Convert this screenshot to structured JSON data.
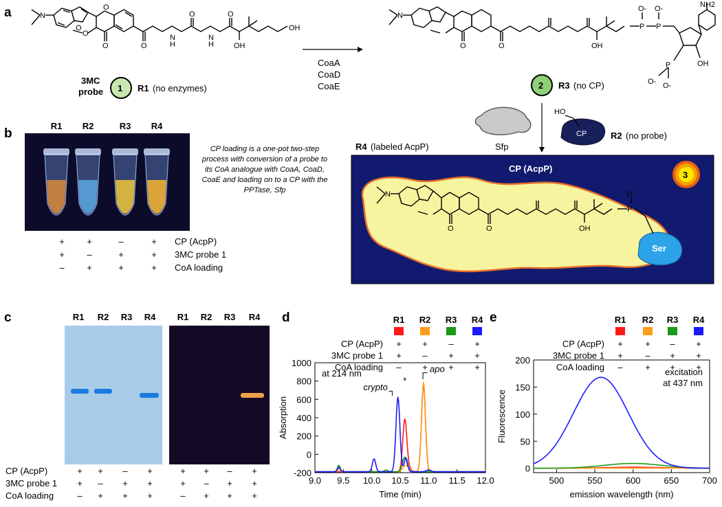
{
  "panels": {
    "a": {
      "label": "a",
      "probe_label_line1": "3MC",
      "probe_label_line2": "probe",
      "compound1_number": "1",
      "r1_name": "R1",
      "r1_note": "(no enzymes)",
      "enzymes": [
        "CoaA",
        "CoaD",
        "CoaE"
      ],
      "compound2_number": "2",
      "r3_name": "R3",
      "r3_note": "(no CP)",
      "sfp_label": "Sfp",
      "cp_label": "CP",
      "r2_name": "R2",
      "r2_note": "(no probe)",
      "r4_name": "R4",
      "r4_note": "(labeled AcpP)",
      "box_title": "CP (AcpP)",
      "compound3_number": "3",
      "ser_label": "Ser",
      "atoms": {
        "N": "N",
        "O": "O",
        "OH": "OH",
        "HO": "HO",
        "NH2": "NH2",
        "P": "P",
        "H": "H",
        "Ominus": "O-"
      }
    },
    "b": {
      "label": "b",
      "tubes": [
        "R1",
        "R2",
        "R3",
        "R4"
      ],
      "tube_colors": [
        "#d98a3a",
        "#5aa8e0",
        "#f0c53a",
        "#f7b531"
      ],
      "note": "CP loading is a one-pot two-step process with conversion of a probe to its CoA analogue with CoaA, CoaD, CoaE and loading on to a CP with the PPTase, Sfp",
      "rows": [
        {
          "label": "CP (AcpP)",
          "signs": [
            "+",
            "+",
            "–",
            "+"
          ]
        },
        {
          "label": "3MC probe 1",
          "signs": [
            "+",
            "–",
            "+",
            "+"
          ]
        },
        {
          "label": "CoA loading",
          "signs": [
            "–",
            "+",
            "+",
            "+"
          ]
        }
      ]
    },
    "c": {
      "label": "c",
      "lanes": [
        "R1",
        "R2",
        "R3",
        "R4"
      ],
      "rows": [
        {
          "label": "CP (AcpP)",
          "signs": [
            "+",
            "+",
            "–",
            "+"
          ]
        },
        {
          "label": "3MC probe 1",
          "signs": [
            "+",
            "–",
            "+",
            "+"
          ]
        },
        {
          "label": "CoA loading",
          "signs": [
            "–",
            "+",
            "+",
            "+"
          ]
        }
      ]
    },
    "d": {
      "label": "d",
      "legend": [
        {
          "name": "R1",
          "color": "#ff1a1a"
        },
        {
          "name": "R2",
          "color": "#ff9d1a"
        },
        {
          "name": "R3",
          "color": "#1a9a1a"
        },
        {
          "name": "R4",
          "color": "#1a1aff"
        }
      ],
      "rows": [
        {
          "label": "CP (AcpP)",
          "signs": [
            "+",
            "+",
            "–",
            "+"
          ]
        },
        {
          "label": "3MC probe 1",
          "signs": [
            "+",
            "–",
            "+",
            "+"
          ]
        },
        {
          "label": "CoA loading",
          "signs": [
            "–",
            "+",
            "+",
            "+"
          ]
        }
      ]
    },
    "e": {
      "label": "e",
      "legend": [
        {
          "name": "R1",
          "color": "#ff1a1a"
        },
        {
          "name": "R2",
          "color": "#ff9d1a"
        },
        {
          "name": "R3",
          "color": "#1a9a1a"
        },
        {
          "name": "R4",
          "color": "#1a1aff"
        }
      ],
      "rows": [
        {
          "label": "CP (AcpP)",
          "signs": [
            "+",
            "+",
            "–",
            "+"
          ]
        },
        {
          "label": "3MC probe 1",
          "signs": [
            "+",
            "–",
            "+",
            "+"
          ]
        },
        {
          "label": "CoA loading",
          "signs": [
            "–",
            "+",
            "+",
            "+"
          ]
        }
      ]
    }
  },
  "chart_data": [
    {
      "type": "line",
      "xlabel": "Time (min)",
      "ylabel": "Absorption",
      "annotation": "at 214 nm",
      "peak_labels": {
        "crypto": "crypto",
        "star": "*",
        "apo": "apo"
      },
      "xlim": [
        9.0,
        12.0
      ],
      "ylim": [
        -200,
        1000
      ],
      "xticks": [
        9.0,
        9.5,
        10.0,
        10.5,
        11.0,
        11.5,
        12.0
      ],
      "xtick_labels": [
        "9.0",
        "9.5",
        "10.0",
        "10.5",
        "11.0",
        "11.5",
        "12.0"
      ],
      "yticks": [
        -200,
        0,
        200,
        400,
        600,
        800,
        1000
      ],
      "ytick_labels": [
        "-200",
        "0",
        "200",
        "400",
        "600",
        "800",
        "1000"
      ],
      "baseline": -190,
      "series": [
        {
          "name": "R1",
          "color": "#ff1a1a",
          "peaks": [
            [
              10.58,
              530,
              0.035
            ],
            [
              10.91,
              950,
              0.035
            ],
            [
              10.62,
              60,
              0.05
            ]
          ]
        },
        {
          "name": "R2",
          "color": "#ff9d1a",
          "peaks": [
            [
              10.91,
              970,
              0.035
            ],
            [
              10.6,
              70,
              0.05
            ],
            [
              9.42,
              30,
              0.02
            ]
          ]
        },
        {
          "name": "R3",
          "color": "#1a9a1a",
          "peaks": [
            [
              9.42,
              70,
              0.025
            ],
            [
              10.58,
              160,
              0.04
            ],
            [
              10.25,
              20,
              0.03
            ]
          ]
        },
        {
          "name": "R4",
          "color": "#1a1aff",
          "peaks": [
            [
              10.46,
              810,
              0.035
            ],
            [
              10.04,
              140,
              0.03
            ],
            [
              9.42,
              50,
              0.025
            ],
            [
              10.6,
              150,
              0.03
            ],
            [
              11.0,
              20,
              0.04
            ]
          ]
        }
      ]
    },
    {
      "type": "line",
      "xlabel": "emission wavelength (nm)",
      "ylabel": "Fluorescence",
      "annotation_line1": "excitation",
      "annotation_line2": "at 437 nm",
      "xlim": [
        470,
        700
      ],
      "ylim": [
        -8,
        200
      ],
      "xticks": [
        500,
        550,
        600,
        650,
        700
      ],
      "xtick_labels": [
        "500",
        "550",
        "600",
        "650",
        "700"
      ],
      "yticks": [
        0,
        50,
        100,
        150,
        200
      ],
      "ytick_labels": [
        "0",
        "50",
        "100",
        "150",
        "200"
      ],
      "series": [
        {
          "name": "R1",
          "color": "#ff1a1a",
          "peak": 2,
          "center": 600,
          "width": 40
        },
        {
          "name": "R2",
          "color": "#ff9d1a",
          "peak": 0.5,
          "center": 600,
          "width": 40
        },
        {
          "name": "R3",
          "color": "#1a9a1a",
          "peak": 9,
          "center": 600,
          "width": 38
        },
        {
          "name": "R4",
          "color": "#1a1aff",
          "peak": 168,
          "center": 558,
          "width": 36
        }
      ]
    }
  ]
}
